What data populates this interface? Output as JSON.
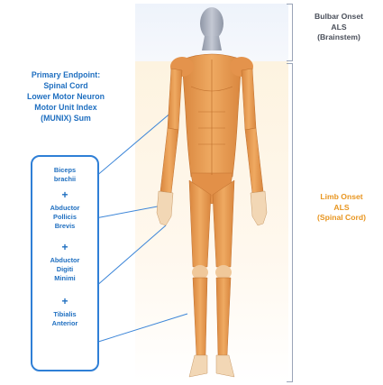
{
  "bulbar": {
    "label": "Bulbar Onset\nALS\n(Brainstem)",
    "color": "#4a4f5a"
  },
  "limb": {
    "label": "Limb Onset\nALS\n(Spinal Cord)",
    "color": "#e8951f"
  },
  "endpoint": {
    "label": "Primary Endpoint:\nSpinal Cord\nLower Motor Neuron\nMotor Unit Index\n(MUNIX) Sum",
    "color": "#1f6fc0"
  },
  "muscles": [
    {
      "label": "Biceps\nbrachii"
    },
    {
      "label": "Abductor\nPollicis\nBrevis"
    },
    {
      "label": "Abductor\nDigiti\nMinimi"
    },
    {
      "label": "Tibialis\nAnterior"
    }
  ],
  "plus_sign": "+"
}
